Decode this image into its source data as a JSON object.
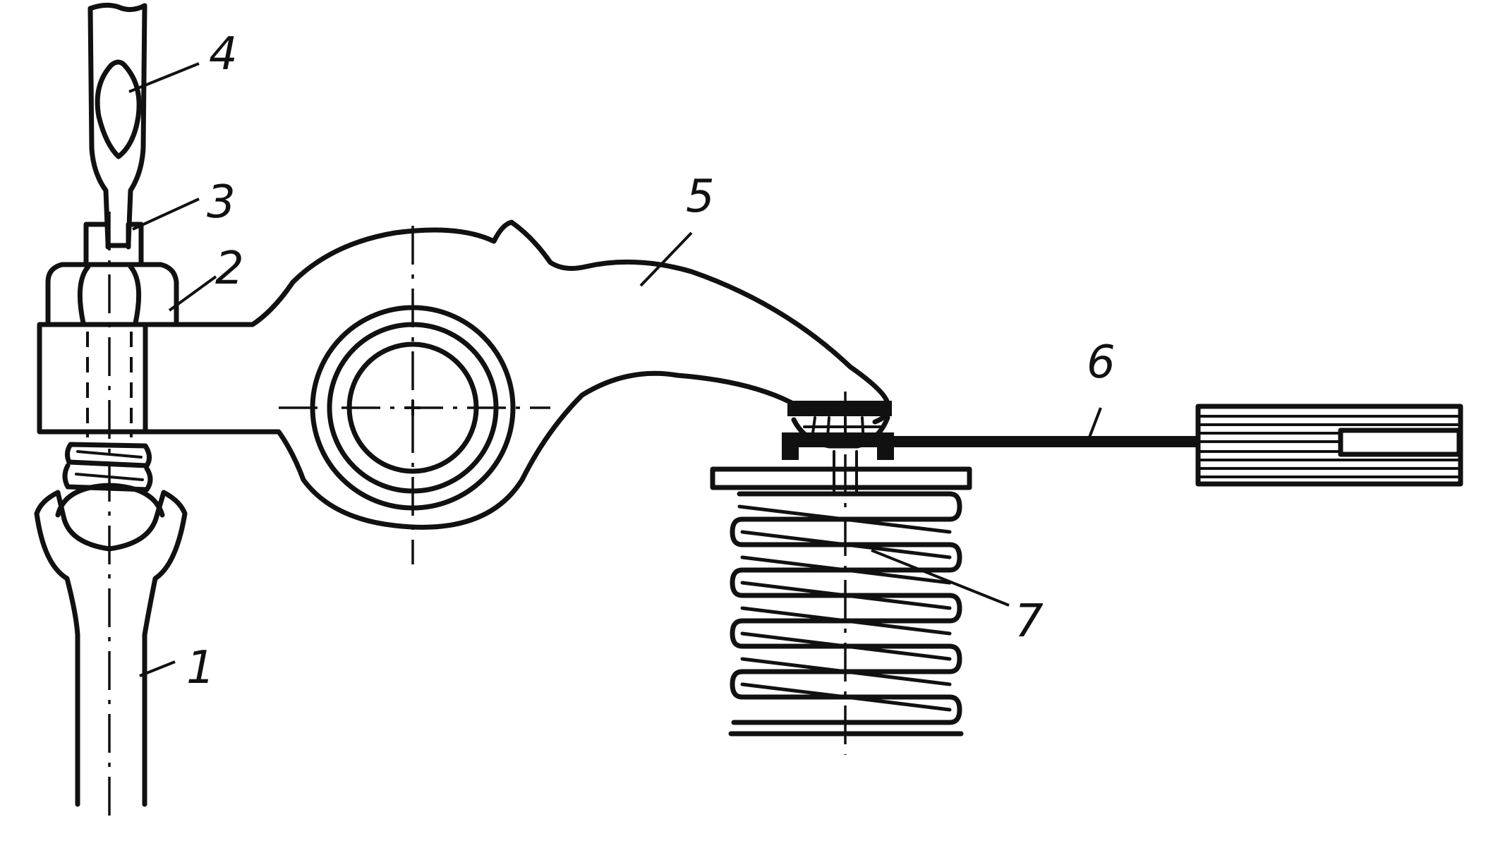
{
  "figure": {
    "callouts": [
      {
        "id": "push-rod",
        "label": "1"
      },
      {
        "id": "lock-nut",
        "label": "2"
      },
      {
        "id": "adjusting-screw",
        "label": "3"
      },
      {
        "id": "screwdriver",
        "label": "4"
      },
      {
        "id": "rocker-arm",
        "label": "5"
      },
      {
        "id": "feeler-gauge",
        "label": "6"
      },
      {
        "id": "valve",
        "label": "7"
      }
    ],
    "colors": {
      "ink": "#111111",
      "paper": "#ffffff"
    }
  }
}
